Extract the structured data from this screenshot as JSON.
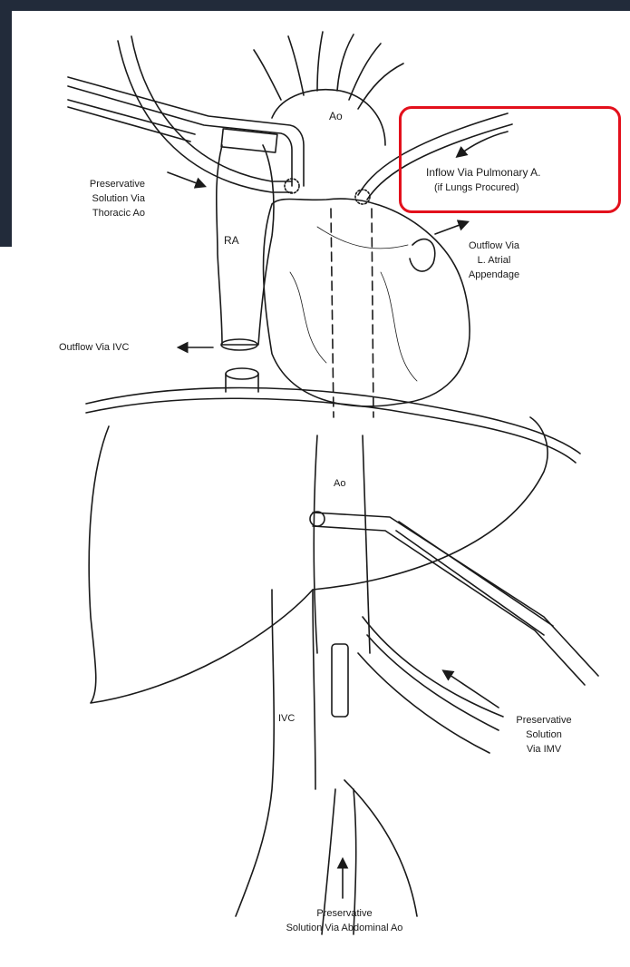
{
  "labels": {
    "aorta_top": "Ao",
    "inflow_pulmonary_line1": "Inflow Via Pulmonary A.",
    "inflow_pulmonary_line2": "(if Lungs Procured)",
    "preservative_thoracic_line1": "Preservative",
    "preservative_thoracic_line2": "Solution Via",
    "preservative_thoracic_line3": "Thoracic Ao",
    "right_atrium": "RA",
    "outflow_atrial_line1": "Outflow Via",
    "outflow_atrial_line2": "L. Atrial",
    "outflow_atrial_line3": "Appendage",
    "outflow_ivc": "Outflow Via IVC",
    "aorta_abdominal": "Ao",
    "ivc": "IVC",
    "preservative_imv_line1": "Preservative",
    "preservative_imv_line2": "Solution",
    "preservative_imv_line3": "Via IMV",
    "preservative_abdominal_line1": "Preservative",
    "preservative_abdominal_line2": "Solution Via Abdominal Ao"
  },
  "colors": {
    "frame": "#222b3a",
    "highlight": "#e3101c",
    "ink": "#1a1a1a"
  }
}
